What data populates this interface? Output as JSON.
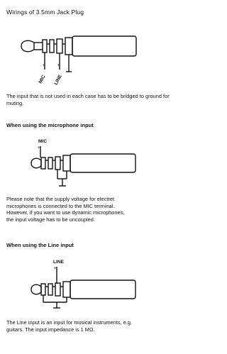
{
  "title": "Wirings of 3.5mm Jack Plug",
  "intro": {
    "labels": {
      "mic": "MIC",
      "line": "LINE",
      "plus": "+"
    },
    "note": "The input that is not used in each case has to be bridged to ground for muting."
  },
  "mic_section": {
    "heading": "When using the microphone input",
    "label": "MIC",
    "plus": "+",
    "note_lines": [
      "Please note that the supply voltage for electret",
      "microphones is connected to the MIC terminal.",
      "However, if you want to use dynamic microphones,",
      "the input voltage has to be uncoupled."
    ]
  },
  "line_section": {
    "heading": "When using the Line input",
    "label": "LINE",
    "plus": "+",
    "note_lines": [
      "The Line input is an input for musical instruments, e.g.",
      "guitars. The input impedance is 1 MΩ."
    ]
  }
}
